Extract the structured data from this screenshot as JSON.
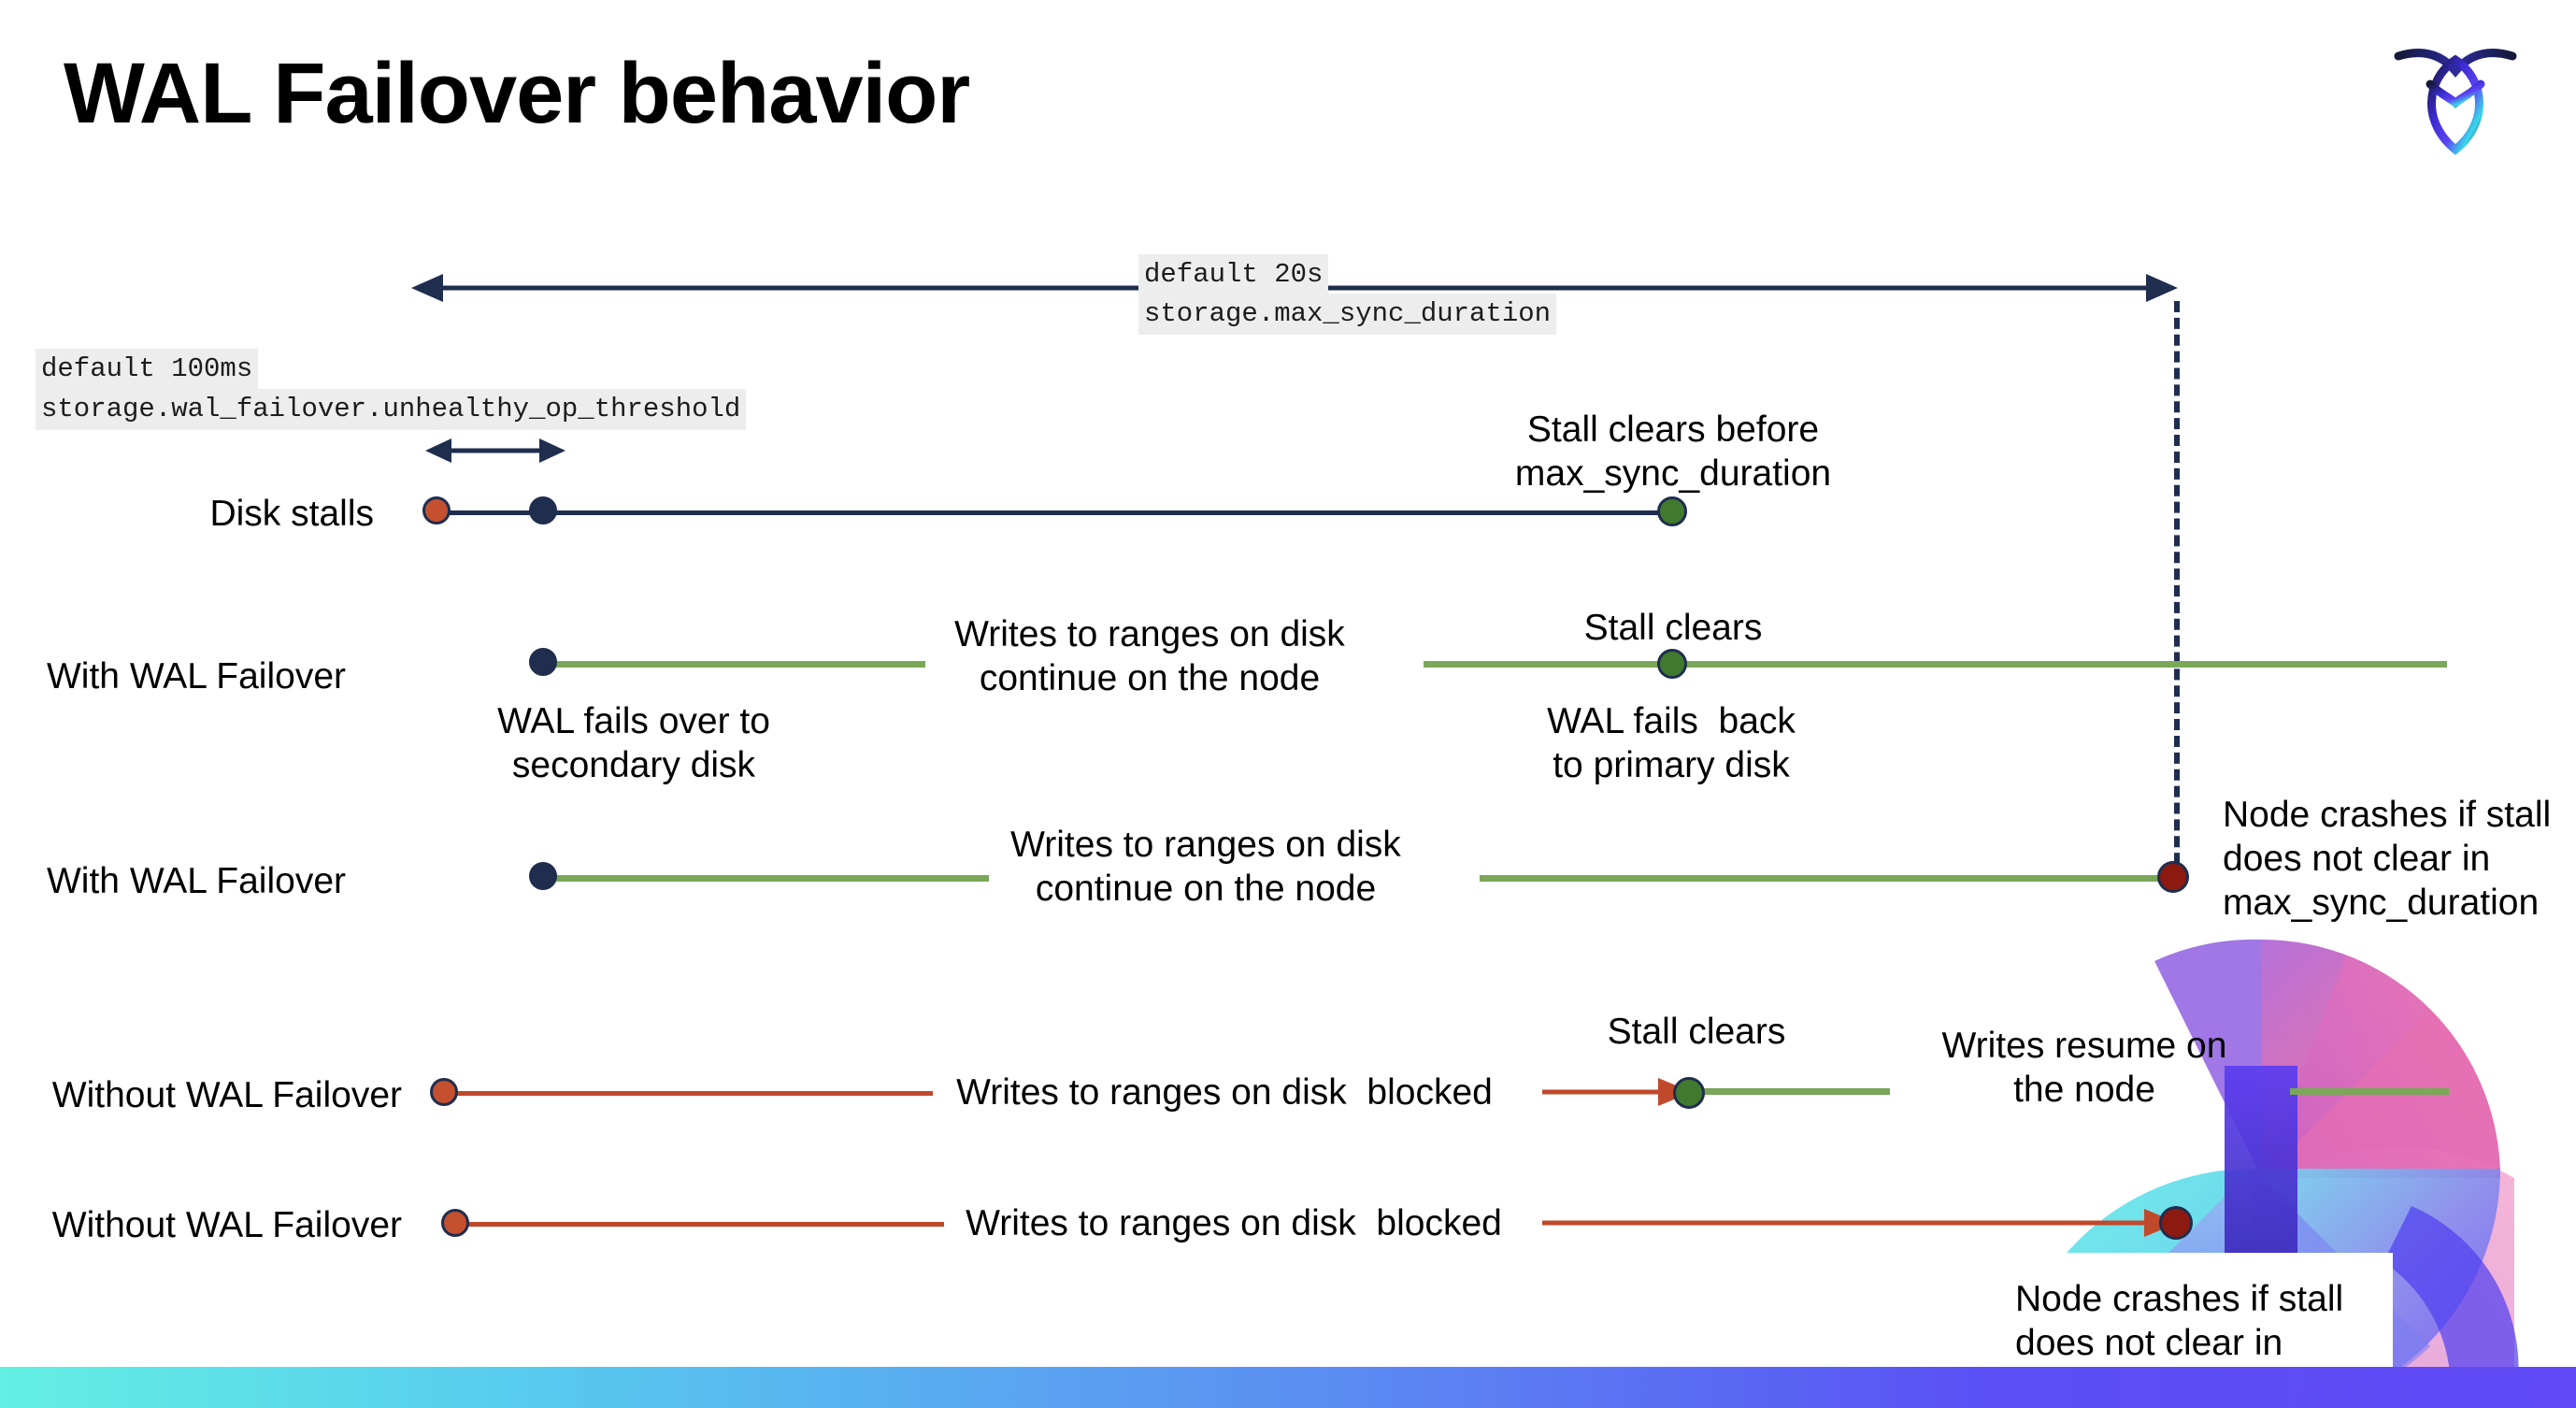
{
  "slide": {
    "title": "WAL Failover behavior",
    "logo_name": "cockroachdb-logo"
  },
  "settings": {
    "max_sync": {
      "default_label": "default 20s",
      "setting_label": "storage.max_sync_duration"
    },
    "unhealthy": {
      "default_label": "default 100ms",
      "setting_label": "storage.wal_failover.unhealthy_op_threshold"
    }
  },
  "rows": [
    {
      "label": "Disk stalls"
    },
    {
      "label": "With WAL Failover"
    },
    {
      "label": "With WAL Failover"
    },
    {
      "label": "Without WAL Failover"
    },
    {
      "label": "Without WAL Failover"
    }
  ],
  "notes": {
    "stall_clears_before": "Stall clears before\nmax_sync_duration",
    "writes_continue_1": "Writes to ranges on disk\ncontinue on the node",
    "stall_clears_2": "Stall clears",
    "wal_fails_over": "WAL fails over to\nsecondary disk",
    "wal_fails_back": "WAL fails  back\nto primary disk",
    "writes_continue_2": "Writes to ranges on disk\ncontinue on the node",
    "node_crashes_1": "Node crashes if stall\ndoes not clear in\nmax_sync_duration",
    "stall_clears_3": "Stall clears",
    "writes_blocked_1": "Writes to ranges on disk  blocked",
    "writes_resume": "Writes resume on\nthe node",
    "writes_blocked_2": "Writes to ranges on disk  blocked",
    "node_crashes_2": "Node crashes if stall\ndoes not clear in\nmax_sync_duration"
  },
  "colors": {
    "navy": "#1f2d4e",
    "green_line": "#7aa758",
    "green_dot": "#417a2e",
    "orange": "#c4502f",
    "dark_red": "#8c1a11",
    "chip_bg": "#ededed"
  }
}
